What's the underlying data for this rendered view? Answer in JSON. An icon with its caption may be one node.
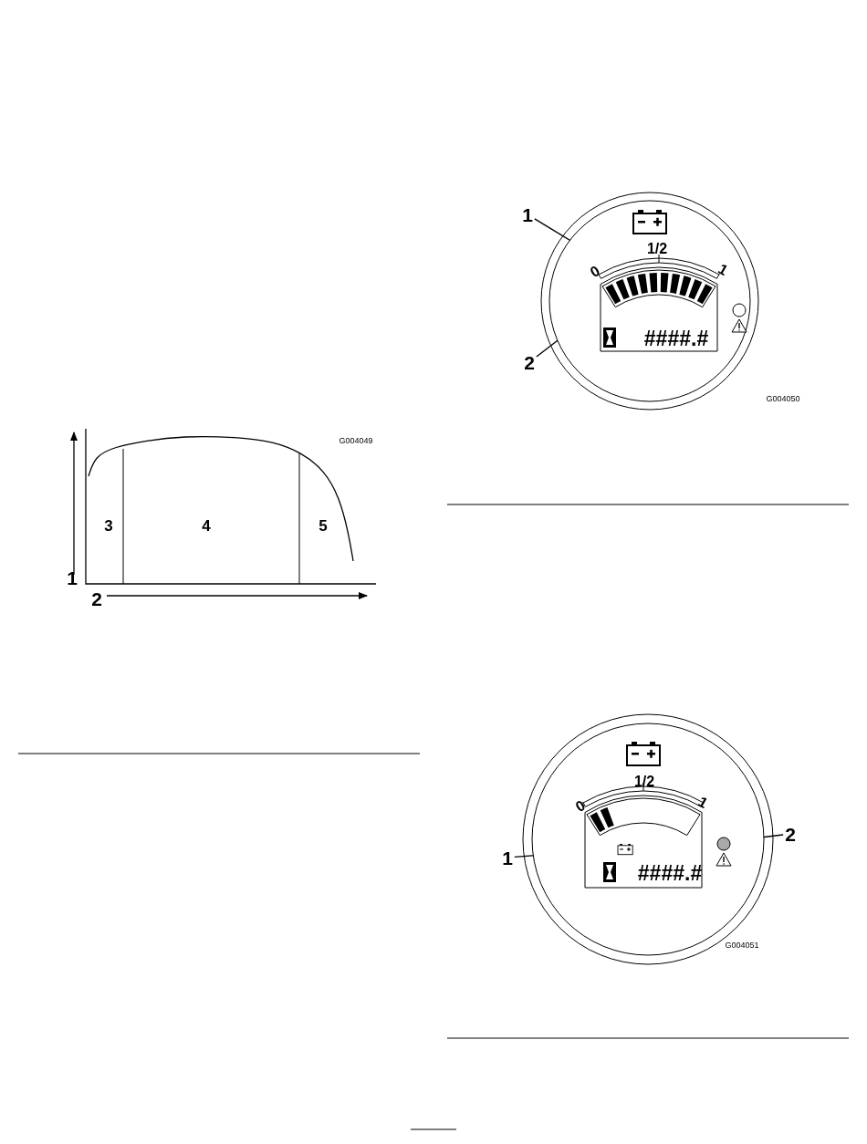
{
  "diagram": {
    "nodes": [
      {
        "text": [
          "1"
        ]
      },
      {
        "text": [],
        "shape": "circle"
      },
      {
        "text": [
          "2"
        ]
      },
      {
        "text": [],
        "shape": "bar",
        "in": 1
      },
      {
        "text": [
          "1"
        ]
      },
      {
        "text": [],
        "shape": "circle"
      },
      {
        "text": [],
        "shape": "picture",
        "in": 5
      },
      {
        "text": [],
        "shape": "bar",
        "in": 5
      },
      {
        "text": [
          "2"
        ]
      },
      {
        "text": [],
        "shape": "circle",
        "in": 5
      }
    ],
    "edges": [
      {
        "from": 0,
        "to": 1,
        "arrow": "none"
      },
      {
        "from": 2,
        "to": 3,
        "arrow": "none"
      },
      {
        "from": 4,
        "to": 6,
        "arrow": "none"
      },
      {
        "from": 8,
        "to": 9,
        "arrow": "none"
      }
    ],
    "labels": [
      "1/2",
      "0",
      "1",
      "####.#",
      "G004050",
      "G004049",
      "3",
      "4",
      "5",
      "1",
      "2",
      "1/2",
      "0",
      "1",
      "####.#",
      "G004051"
    ]
  }
}
